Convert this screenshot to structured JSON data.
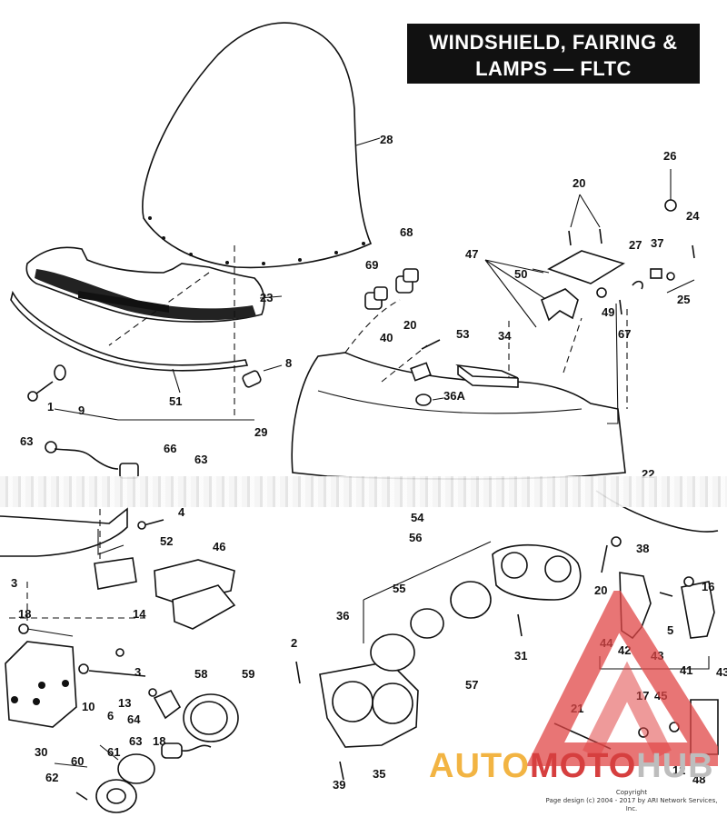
{
  "title": {
    "line1": "WINDSHIELD, FAIRING &",
    "line2": "LAMPS — FLTC"
  },
  "part_numbers": [
    "28",
    "20",
    "26",
    "24",
    "68",
    "47",
    "37",
    "27",
    "50",
    "25",
    "69",
    "49",
    "34",
    "67",
    "20",
    "40",
    "53",
    "23",
    "36A",
    "8",
    "1",
    "9",
    "51",
    "29",
    "63",
    "66",
    "63",
    "22",
    "4",
    "54",
    "56",
    "38",
    "52",
    "46",
    "3",
    "18",
    "14",
    "3",
    "55",
    "36",
    "20",
    "16",
    "2",
    "31",
    "44",
    "42",
    "43",
    "5",
    "41",
    "43",
    "58",
    "59",
    "10",
    "6",
    "13",
    "64",
    "18",
    "57",
    "45",
    "63",
    "17",
    "61",
    "21",
    "30",
    "60",
    "12",
    "35",
    "62",
    "39",
    "48"
  ],
  "watermark": {
    "part1": "AUTO",
    "part2": "MOTO",
    "part3": "HUB"
  },
  "copyright": {
    "line1": "Copyright",
    "line2": "Page design (c) 2004 - 2017 by ARI Network Services, Inc."
  }
}
